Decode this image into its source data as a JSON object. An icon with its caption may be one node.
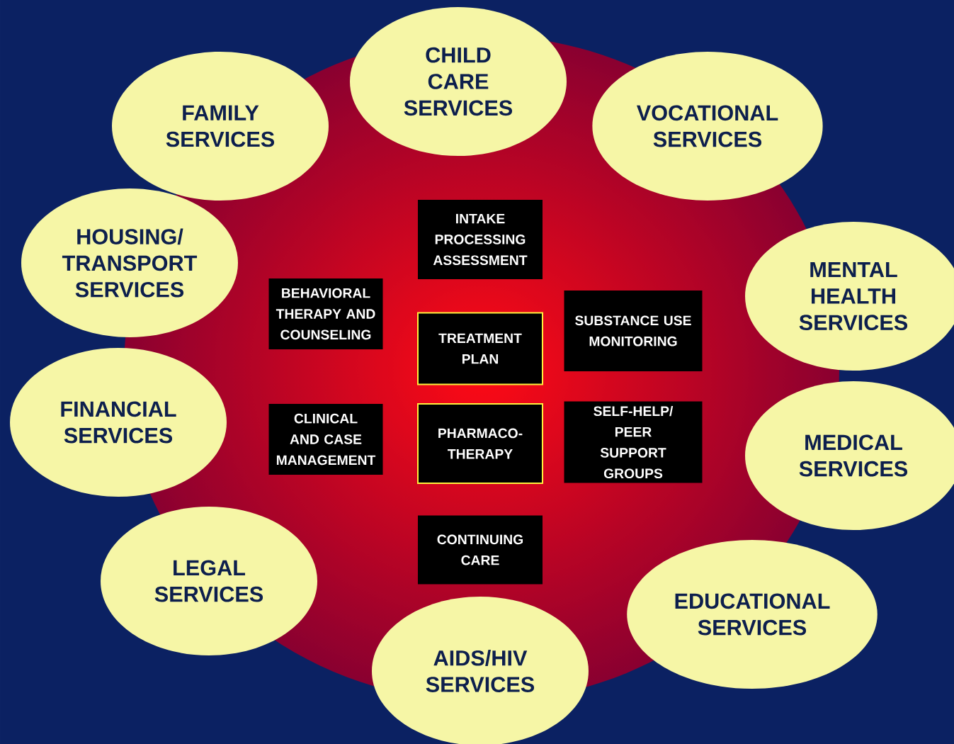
{
  "diagram": {
    "nodes": [
      {
        "text": [
          "CHILD CARE SERVICES"
        ]
      },
      {
        "text": [
          "FAMILY SERVICES"
        ]
      },
      {
        "text": [
          "VOCATIONAL SERVICES"
        ]
      },
      {
        "text": [
          "HOUSING/ TRANSPORT SERVICES"
        ]
      },
      {
        "text": [
          "MENTAL HEALTH SERVICES"
        ]
      },
      {
        "text": [
          "FINANCIAL SERVICES"
        ]
      },
      {
        "text": [
          "MEDICAL SERVICES"
        ]
      },
      {
        "text": [
          "LEGAL SERVICES"
        ]
      },
      {
        "text": [
          "EDUCATIONAL SERVICES"
        ]
      },
      {
        "text": [
          "AIDS/HIV SERVICES"
        ]
      },
      {
        "text": [
          "INTAKE PROCESSING ASSESSMENT"
        ]
      },
      {
        "text": [
          "BEHAVIORAL THERAPY AND COUNSELING"
        ]
      },
      {
        "text": [
          "TREATMENT PLAN"
        ]
      },
      {
        "text": [
          "SUBSTANCE USE MONITORING"
        ]
      },
      {
        "text": [
          "CLINICAL AND CASE MANAGEMENT"
        ]
      },
      {
        "text": [
          "PHARMACO-THERAPY"
        ]
      },
      {
        "text": [
          "SELF-HELP/ PEER SUPPORT GROUPS"
        ]
      },
      {
        "text": [
          "CONTINUING CARE"
        ]
      }
    ]
  }
}
